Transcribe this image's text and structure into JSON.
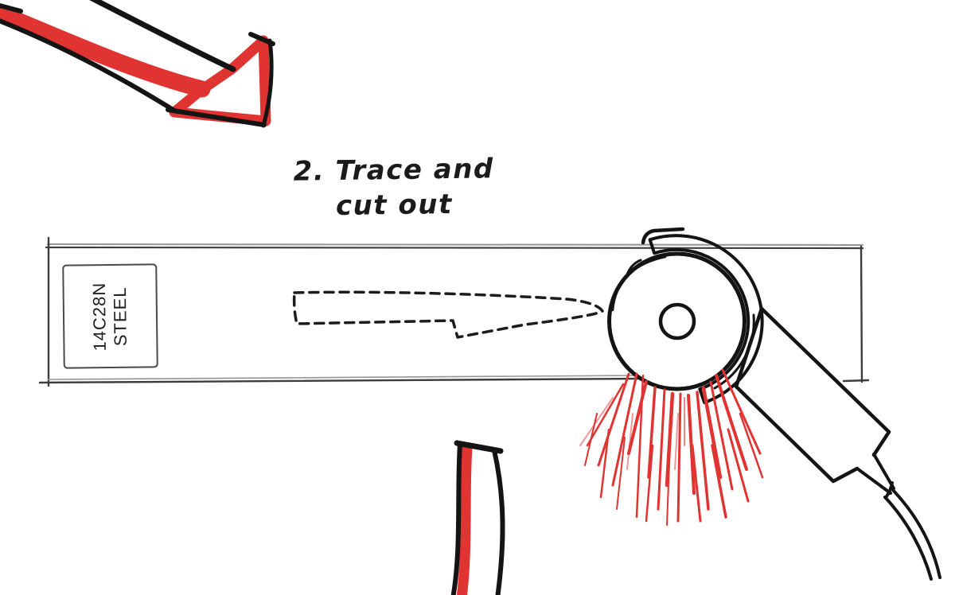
{
  "illustration": {
    "step_caption": {
      "line1": "2. Trace and",
      "line2": "cut out"
    },
    "steel_label": {
      "line1": "14C28N",
      "line2": "STEEL"
    }
  },
  "colors": {
    "accent_red": "#e03432",
    "ink_black": "#141414",
    "bar_line_dark": "#3d3d3d",
    "bar_line_gray": "#949494",
    "label_border": "#4a4a4a",
    "background": "#ffffff"
  }
}
